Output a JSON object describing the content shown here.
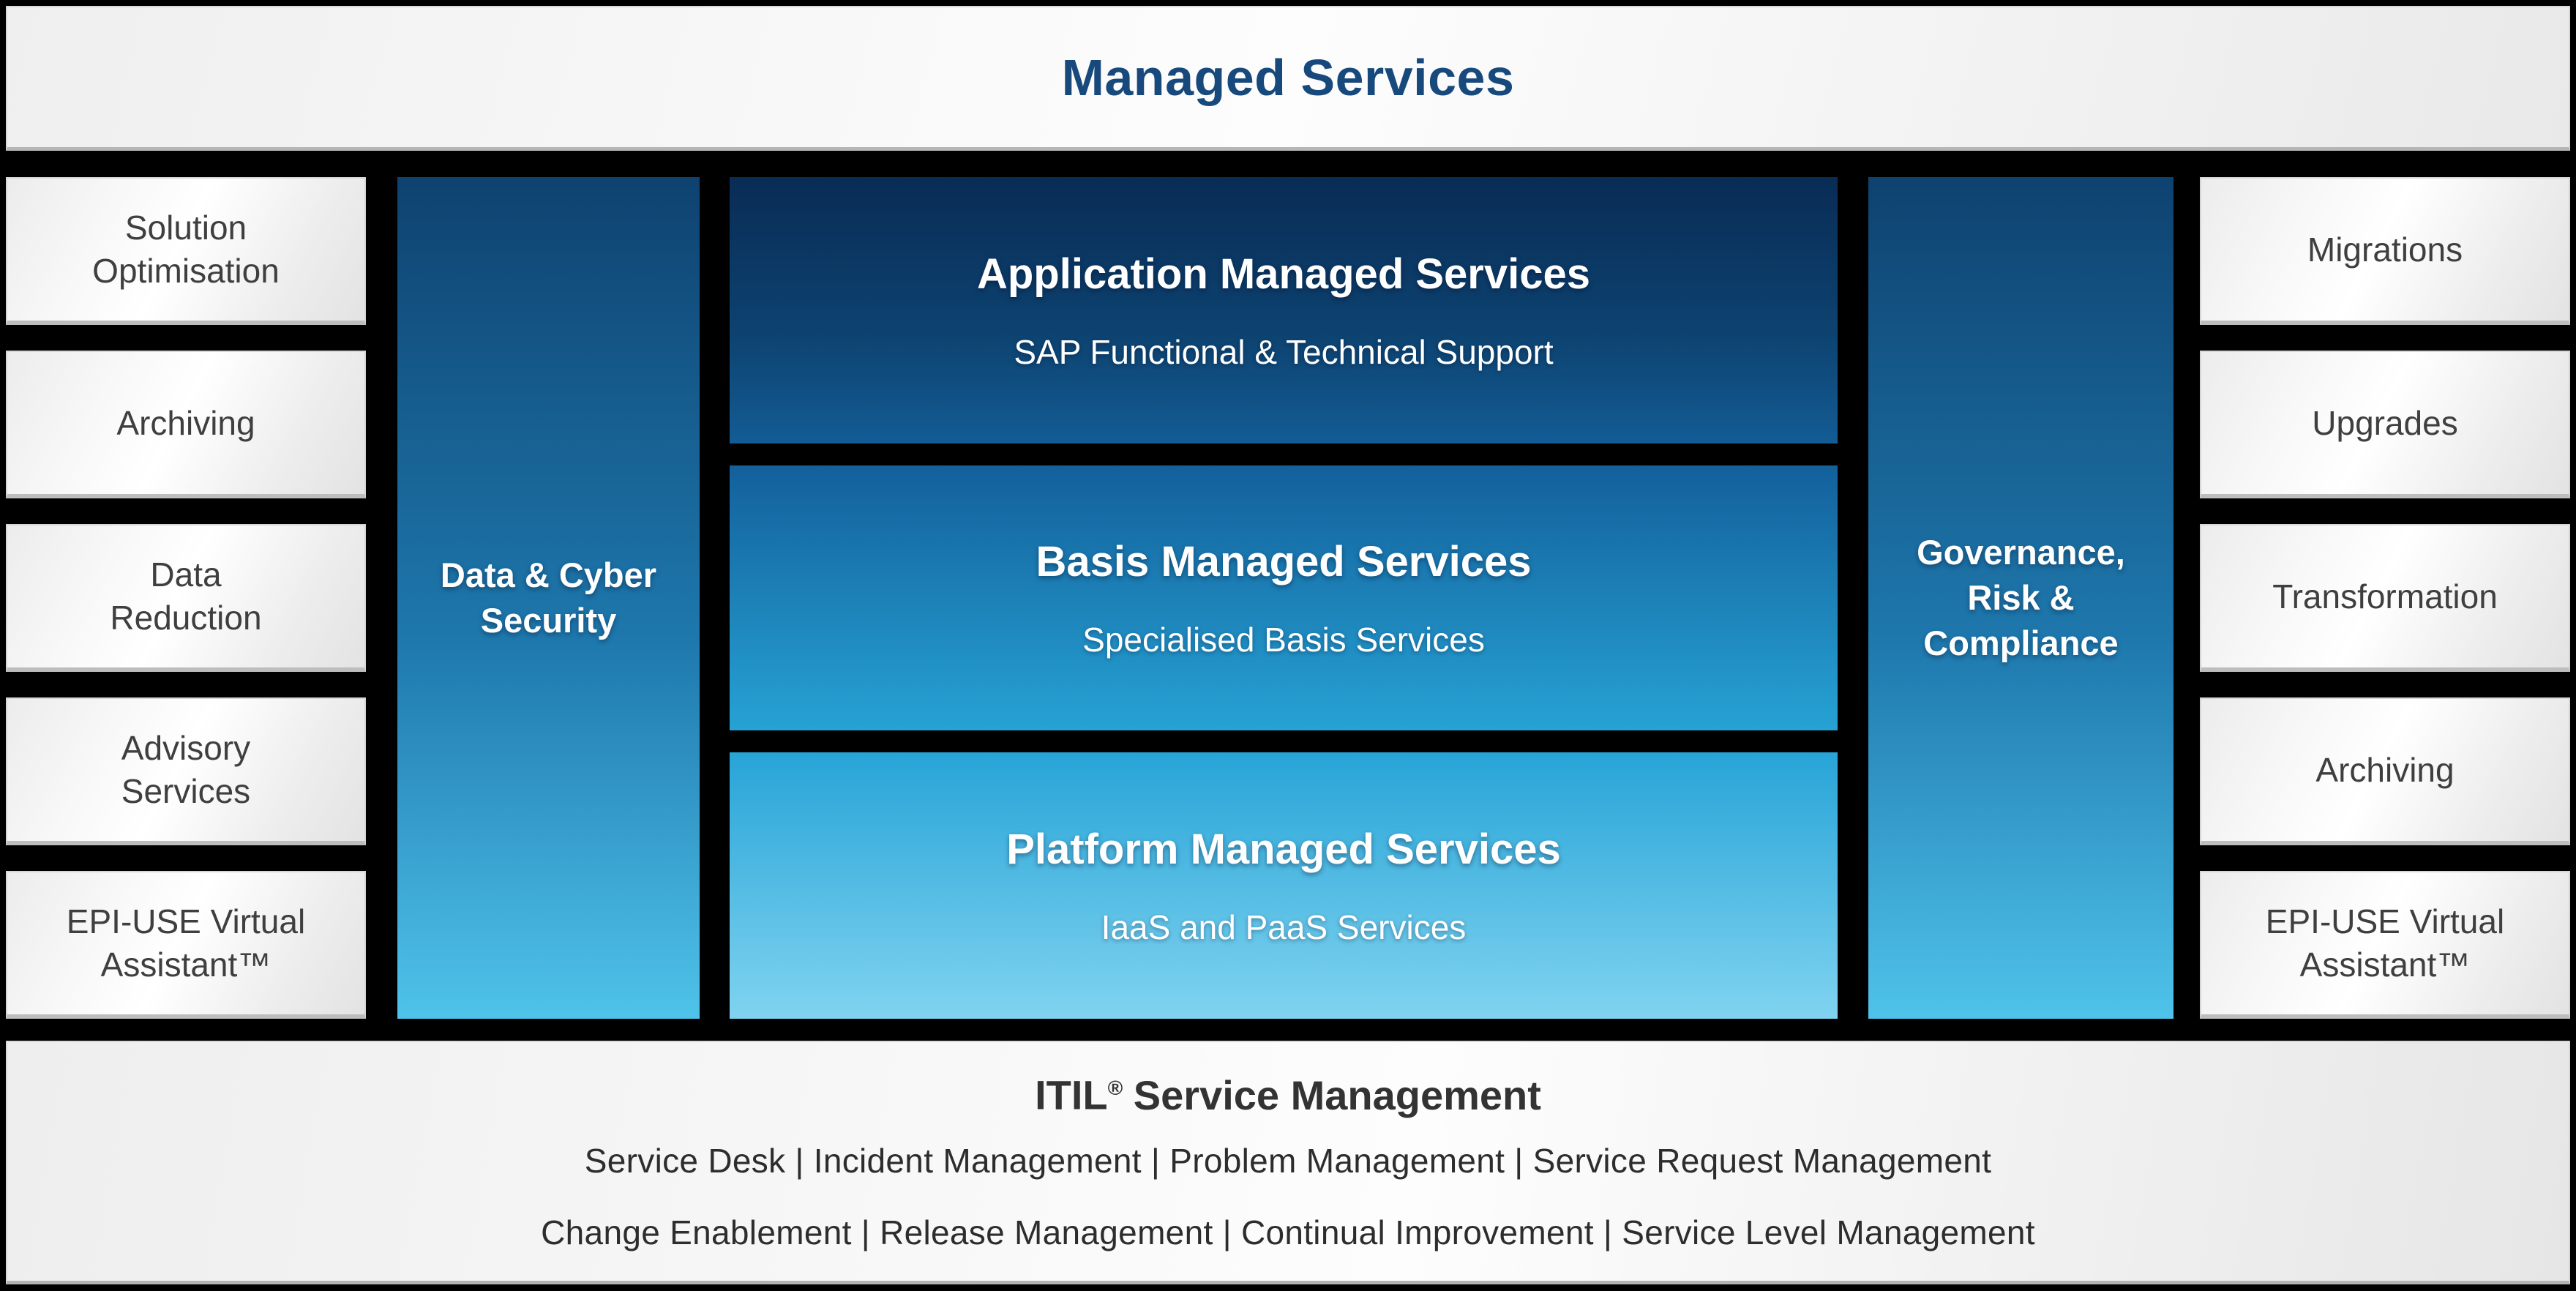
{
  "colors": {
    "background": "#000000",
    "band_light": "#f4f4f4",
    "title_navy": "#17497c",
    "box_text_gray": "#3f3f3f",
    "pillar_gradient_top": "#0e4270",
    "pillar_gradient_bottom": "#4fc3ea",
    "application_gradient_top": "#092c55",
    "application_gradient_bottom": "#135c95",
    "basis_gradient_top": "#13609b",
    "basis_gradient_bottom": "#26a2d4",
    "platform_gradient_top": "#27a4d7",
    "platform_gradient_bottom": "#80d3f0",
    "text_white": "#ffffff"
  },
  "header": {
    "title": "Managed Services"
  },
  "sides": {
    "left": [
      "Solution\nOptimisation",
      "Archiving",
      "Data\nReduction",
      "Advisory\nServices",
      "EPI-USE Virtual\nAssistant™"
    ],
    "right": [
      "Migrations",
      "Upgrades",
      "Transformation",
      "Archiving",
      "EPI-USE Virtual\nAssistant™"
    ]
  },
  "pillars": {
    "left": "Data & Cyber\nSecurity",
    "right": "Governance,\nRisk &\nCompliance"
  },
  "center": {
    "boxes": [
      {
        "title": "Application Managed Services",
        "subtitle": "SAP Functional & Technical Support"
      },
      {
        "title": "Basis Managed Services",
        "subtitle": "Specialised Basis Services"
      },
      {
        "title": "Platform Managed Services",
        "subtitle": "IaaS and PaaS Services"
      }
    ]
  },
  "itil": {
    "title_prefix": "ITIL",
    "title_reg": "®",
    "title_suffix": "Service Management",
    "row1": [
      "Service Desk",
      "Incident Management",
      "Problem Management",
      "Service Request Management"
    ],
    "row2": [
      "Change Enablement",
      "Release Management",
      "Continual Improvement",
      "Service Level Management"
    ]
  }
}
